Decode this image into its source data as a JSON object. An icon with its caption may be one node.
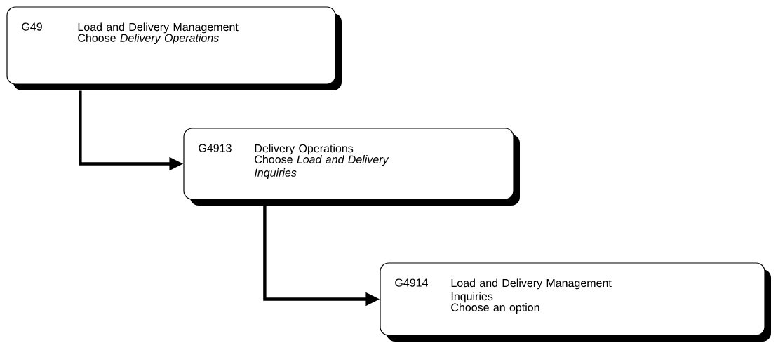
{
  "diagram": {
    "nodes": [
      {
        "text": [
          "G49",
          "Load and Delivery Management",
          "Choose *Delivery Operations*"
        ]
      },
      {
        "text": [
          "G4913",
          "Delivery Operations",
          "Choose *Load and Delivery Inquiries*"
        ]
      },
      {
        "text": [
          "G4914",
          "Load and Delivery Management Inquiries",
          "Choose an option"
        ]
      }
    ],
    "edges": [
      {
        "from": 0,
        "to": 1,
        "arrow": "to"
      },
      {
        "from": 1,
        "to": 2,
        "arrow": "to"
      }
    ]
  }
}
